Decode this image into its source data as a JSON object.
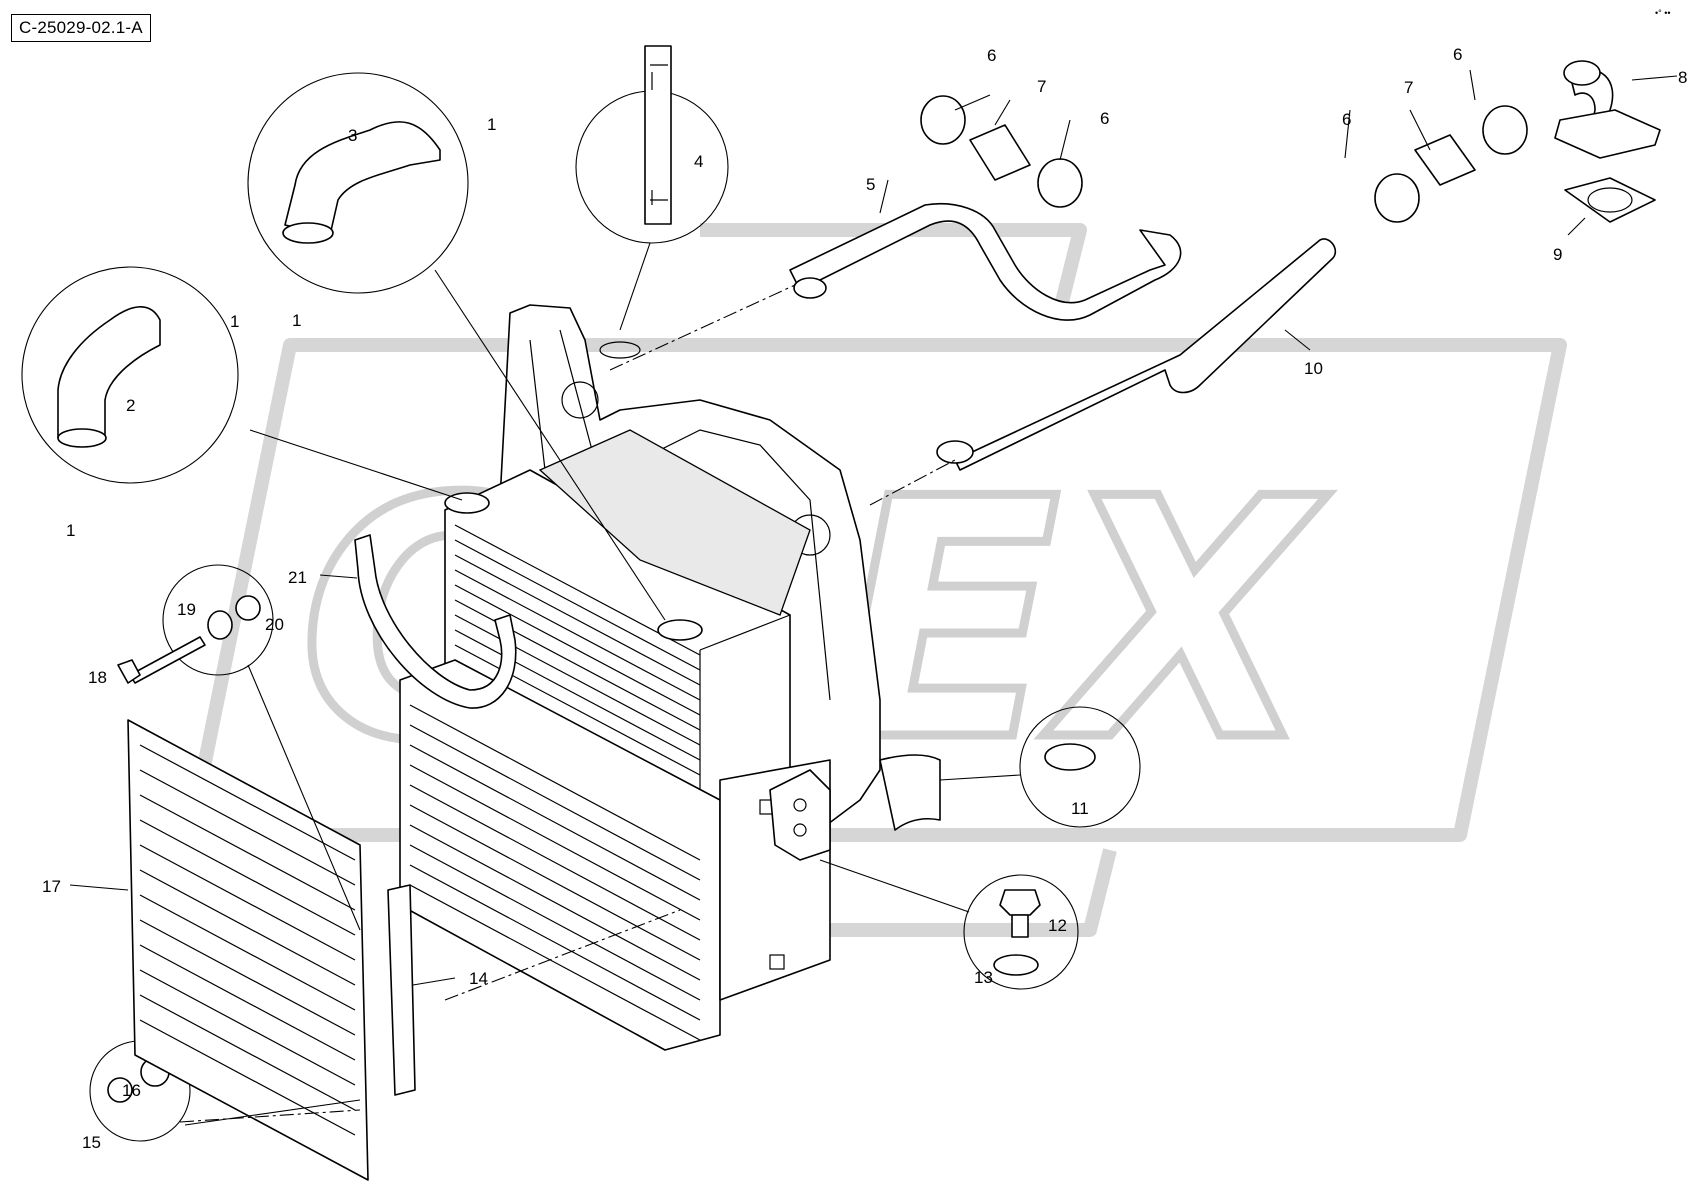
{
  "diagram": {
    "reference_code": "C-25029-02.1-A",
    "watermark_text": "OREX",
    "callouts": [
      "1",
      "2",
      "3",
      "4",
      "5",
      "6",
      "7",
      "8",
      "9",
      "10",
      "11",
      "12",
      "13",
      "14",
      "15",
      "16",
      "17",
      "18",
      "19",
      "20",
      "21"
    ]
  },
  "corner_mark": "•° ••"
}
